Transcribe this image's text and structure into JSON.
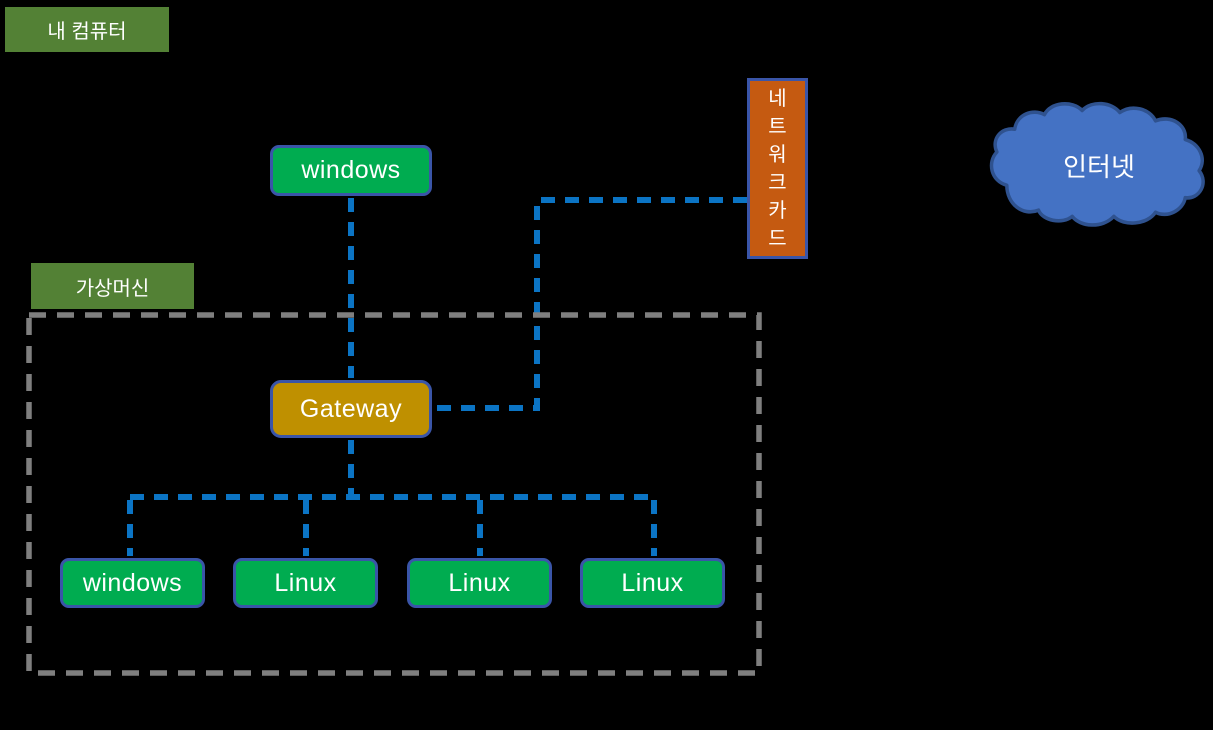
{
  "labels": {
    "my_computer": "내 컴퓨터",
    "virtual_machine": "가상머신"
  },
  "nodes": {
    "host_os": "windows",
    "gateway": "Gateway",
    "network_card": "네트워크카드",
    "internet": "인터넷",
    "vms": [
      "windows",
      "Linux",
      "Linux",
      "Linux"
    ]
  },
  "colors": {
    "background": "#000000",
    "node_green": "#00AC50",
    "node_border": "#3A55A8",
    "label_green": "#538135",
    "gateway_gold": "#BF9000",
    "nic_orange": "#C55A11",
    "cloud_blue": "#4472C4",
    "cloud_border": "#2F528F",
    "connector_blue": "#0B74C4",
    "vm_gray": "#7F7F7F",
    "text_white": "#FFFFFF"
  }
}
